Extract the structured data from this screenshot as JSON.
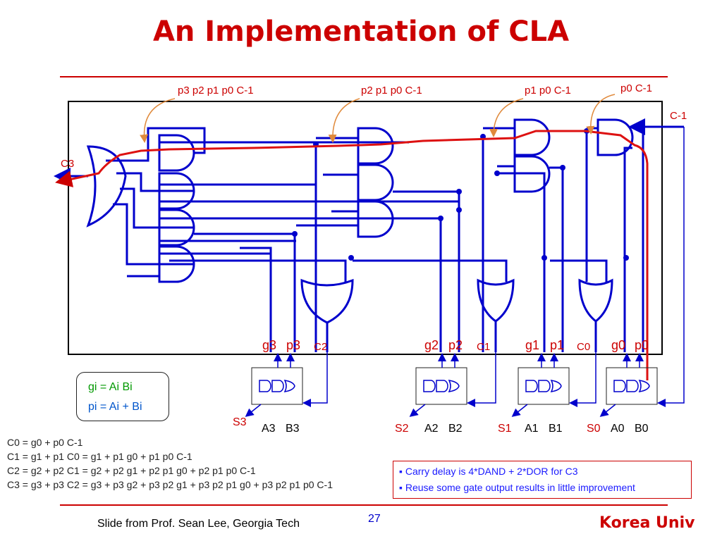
{
  "title": "An Implementation of CLA",
  "diagram_labels": {
    "top_terms": [
      "p3 p2 p1 p0 C-1",
      "p2 p1 p0 C-1",
      "p1 p0 C-1",
      "p0 C-1"
    ],
    "carry_in": "C-1",
    "carry_out": "C3",
    "gp_labels": [
      {
        "g": "g3",
        "p": "p3",
        "c": "C2"
      },
      {
        "g": "g2",
        "p": "p2",
        "c": "C1"
      },
      {
        "g": "g1",
        "p": "p1",
        "c": "C0"
      },
      {
        "g": "g0",
        "p": "p0",
        "c": ""
      }
    ],
    "adder_labels": [
      {
        "s": "S3",
        "a": "A3",
        "b": "B3"
      },
      {
        "s": "S2",
        "a": "A2",
        "b": "B2"
      },
      {
        "s": "S1",
        "a": "A1",
        "b": "B1"
      },
      {
        "s": "S0",
        "a": "A0",
        "b": "B0"
      }
    ]
  },
  "definitions": [
    "gi = Ai Bi",
    "pi = Ai + Bi"
  ],
  "equations": [
    "C0 = g0 + p0 C-1",
    "C1 = g1 + p1 C0 = g1 + p1 g0 + p1 p0 C-1",
    "C2 = g2 + p2 C1 = g2 + p2 g1 + p2 p1 g0 + p2 p1 p0 C-1",
    "C3 = g3 + p3 C2 = g3 + p3 g2 + p3 p2 g1 + p3 p2 p1 g0 + p3 p2 p1 p0 C-1"
  ],
  "notes": [
    "Carry delay is 4*DAND + 2*DOR for C3",
    "Reuse some gate output results in little improvement"
  ],
  "footer": {
    "credit": "Slide from Prof. Sean Lee, Georgia Tech",
    "page": "27",
    "brand": "Korea Univ"
  },
  "colors": {
    "accent": "#cc0000",
    "wire": "#0000cc",
    "green": "#009900",
    "blue": "#0055cc"
  }
}
